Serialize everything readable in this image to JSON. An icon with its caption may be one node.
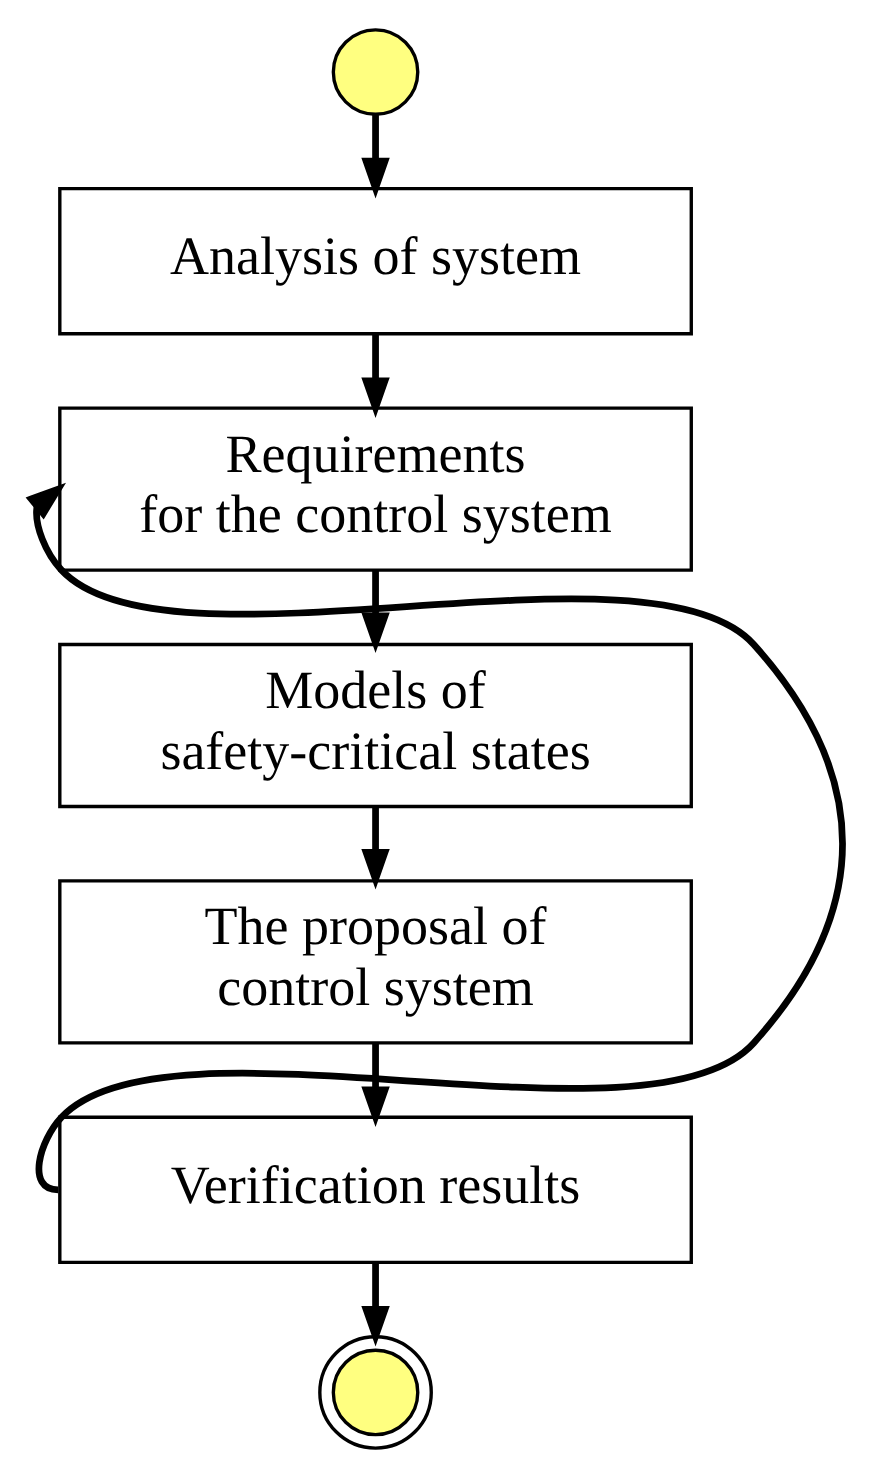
{
  "diagram": {
    "nodes": [
      {
        "text": [],
        "shape": "circle"
      },
      {
        "text": [
          "Analysis of system"
        ]
      },
      {
        "text": [
          "Requirements for the control system"
        ]
      },
      {
        "text": [
          "Models of safety-critical states"
        ]
      },
      {
        "text": [
          "The proposal of control system"
        ]
      },
      {
        "text": [
          "Verification results"
        ]
      },
      {
        "text": [],
        "shape": "circle"
      }
    ],
    "edges": [
      {
        "from": 0,
        "to": 1,
        "arrow": "to"
      },
      {
        "from": 1,
        "to": 2,
        "arrow": "to"
      },
      {
        "from": 2,
        "to": 3,
        "arrow": "to"
      },
      {
        "from": 3,
        "to": 4,
        "arrow": "to"
      },
      {
        "from": 4,
        "to": 5,
        "arrow": "to"
      },
      {
        "from": 5,
        "to": 6,
        "arrow": "to"
      },
      {
        "from": 5,
        "to": 2,
        "arrow": "to"
      }
    ]
  }
}
